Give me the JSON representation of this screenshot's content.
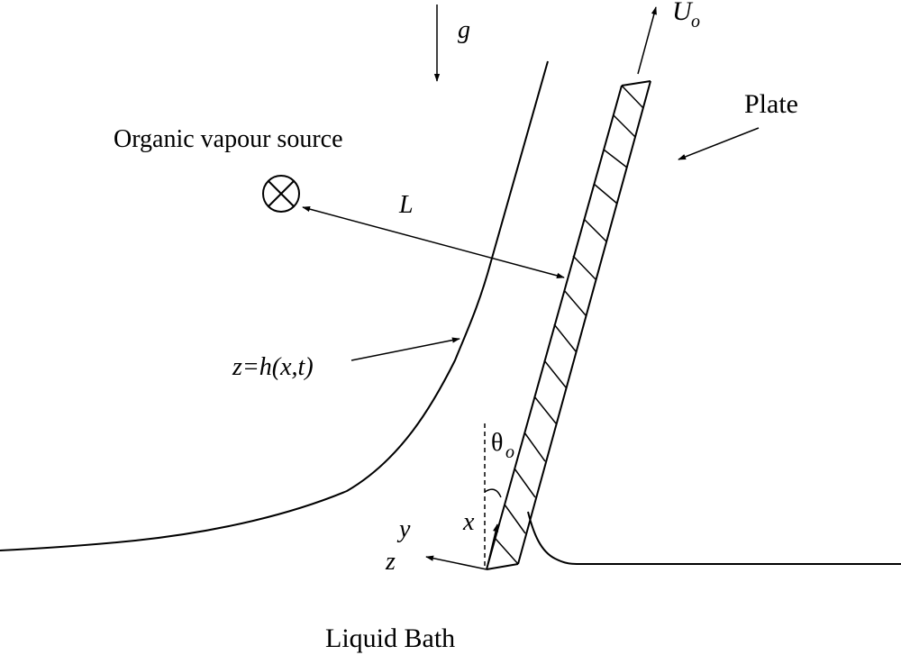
{
  "labels": {
    "gravity": "g",
    "velocity": "U",
    "velocity_sub": "o",
    "plate": "Plate",
    "source": "Organic vapour source",
    "distance": "L",
    "surface": "z=h(x,t)",
    "angle": "θ",
    "angle_sub": "o",
    "axis_x": "x",
    "axis_y": "y",
    "axis_z": "z",
    "bath": "Liquid Bath"
  }
}
